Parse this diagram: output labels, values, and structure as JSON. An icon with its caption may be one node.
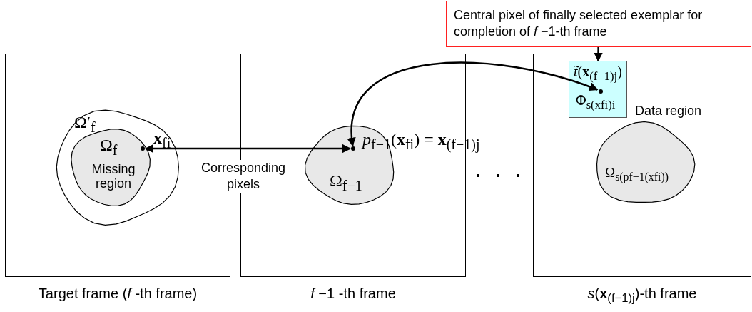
{
  "diagram": {
    "nodes": [
      {
        "text": [
          "Target frame (*f* -th frame)"
        ]
      },
      {
        "text": [
          "Ω′$_{f}$"
        ],
        "in": 0
      },
      {
        "text": [
          "Ω$_{f}$",
          "Missing region"
        ],
        "in": 1
      },
      {
        "text": [],
        "shape": "circle",
        "in": 2,
        "beside": [
          "**x**$_{fi}$"
        ]
      },
      {
        "text": [
          "*f* −1 -th frame"
        ]
      },
      {
        "text": [
          "Ω$_{f−1}$"
        ],
        "in": 4
      },
      {
        "text": [],
        "shape": "circle",
        "in": 5,
        "beside": [
          "*p*$_{f−1}$(**x**$_{fi}$) = **x**$_{(f−1)j}$"
        ]
      },
      {
        "text": [
          "Central pixel of finally selected exemplar for completion of *f* −1-th frame"
        ]
      },
      {
        "text": [
          "*s*(**x**$_{(f−1)j}$)-th frame"
        ]
      },
      {
        "text": [
          "*t̃*(**x**$_{(f−1)j}$)",
          "Φ$_{s(xfi)i}$"
        ],
        "in": 8
      },
      {
        "text": [],
        "shape": "circle",
        "in": 9
      },
      {
        "text": [
          "Ω$_{s(pf−1(xfi))}$"
        ],
        "in": 8
      }
    ],
    "edges": [
      {
        "from": 3,
        "to": 6,
        "arrow": "both",
        "label": "Corresponding pixels"
      },
      {
        "from": 10,
        "to": 6,
        "arrow": "both"
      },
      {
        "from": 7,
        "to": 9,
        "arrow": "to"
      }
    ],
    "labels": [
      "Data region"
    ]
  }
}
